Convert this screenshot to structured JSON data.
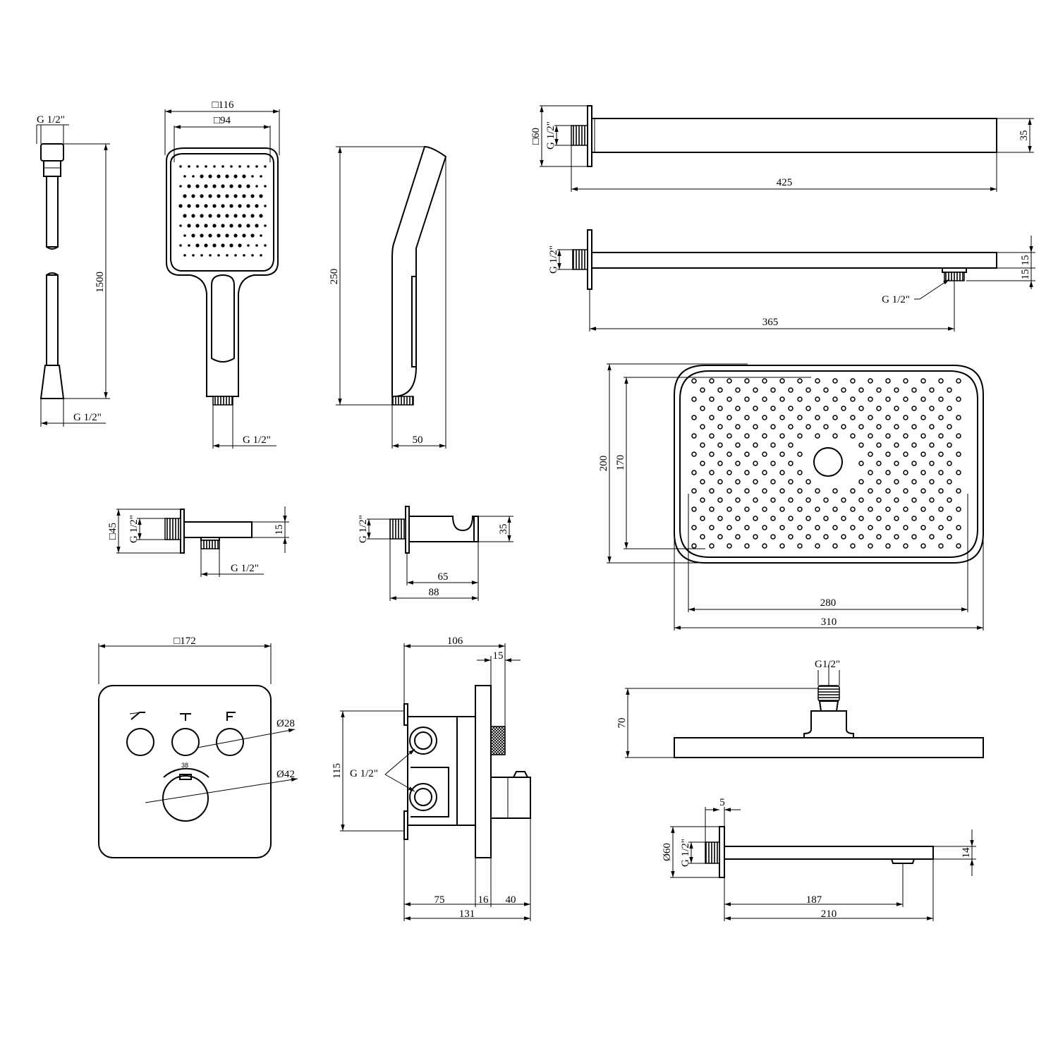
{
  "labels": {
    "d_hose_thread_top": "G 1/2\"",
    "d_hose_len": "1500",
    "d_hose_thread_bot": "G 1/2\"",
    "d_hh_outer": "□116",
    "d_hh_inner": "□94",
    "d_hh_thread": "G 1/2\"",
    "d_hs_len": "250",
    "d_hs_width": "50",
    "d_arm1_flange": "□60",
    "d_arm1_thread": "G 1/2\"",
    "d_arm1_height": "35",
    "d_arm1_len": "425",
    "d_arm2_thread": "G 1/2\"",
    "d_arm2_h1": "15",
    "d_arm2_h2": "15",
    "d_arm2_outlet": "G 1/2\"",
    "d_arm2_len": "365",
    "d_rain_outer_h": "200",
    "d_rain_inner_h": "170",
    "d_rain_inner_w": "280",
    "d_rain_outer_w": "310",
    "d_elbow_flange": "□45",
    "d_elbow_thread": "G 1/2\"",
    "d_elbow_h": "15",
    "d_elbow_outlet": "G 1/2\"",
    "d_holder_thread": "G 1/2\"",
    "d_holder_h": "35",
    "d_holder_w1": "65",
    "d_holder_w2": "88",
    "d_valve_plate": "□172",
    "d_btn": "Ø28",
    "d_knob": "Ø42",
    "d_knob_scale": "38",
    "d_box_106": "106",
    "d_box_15": "15",
    "d_box_115": "115",
    "d_box_thread": "G 1/2\"",
    "d_box_75": "75",
    "d_box_16": "16",
    "d_box_40": "40",
    "d_box_131": "131",
    "d_rs_thread": "G1/2\"",
    "d_rs_h": "70",
    "d_spout_5": "5",
    "d_spout_flange": "Ø60",
    "d_spout_thread": "G 1/2\"",
    "d_spout_h": "14",
    "d_spout_187": "187",
    "d_spout_210": "210"
  }
}
